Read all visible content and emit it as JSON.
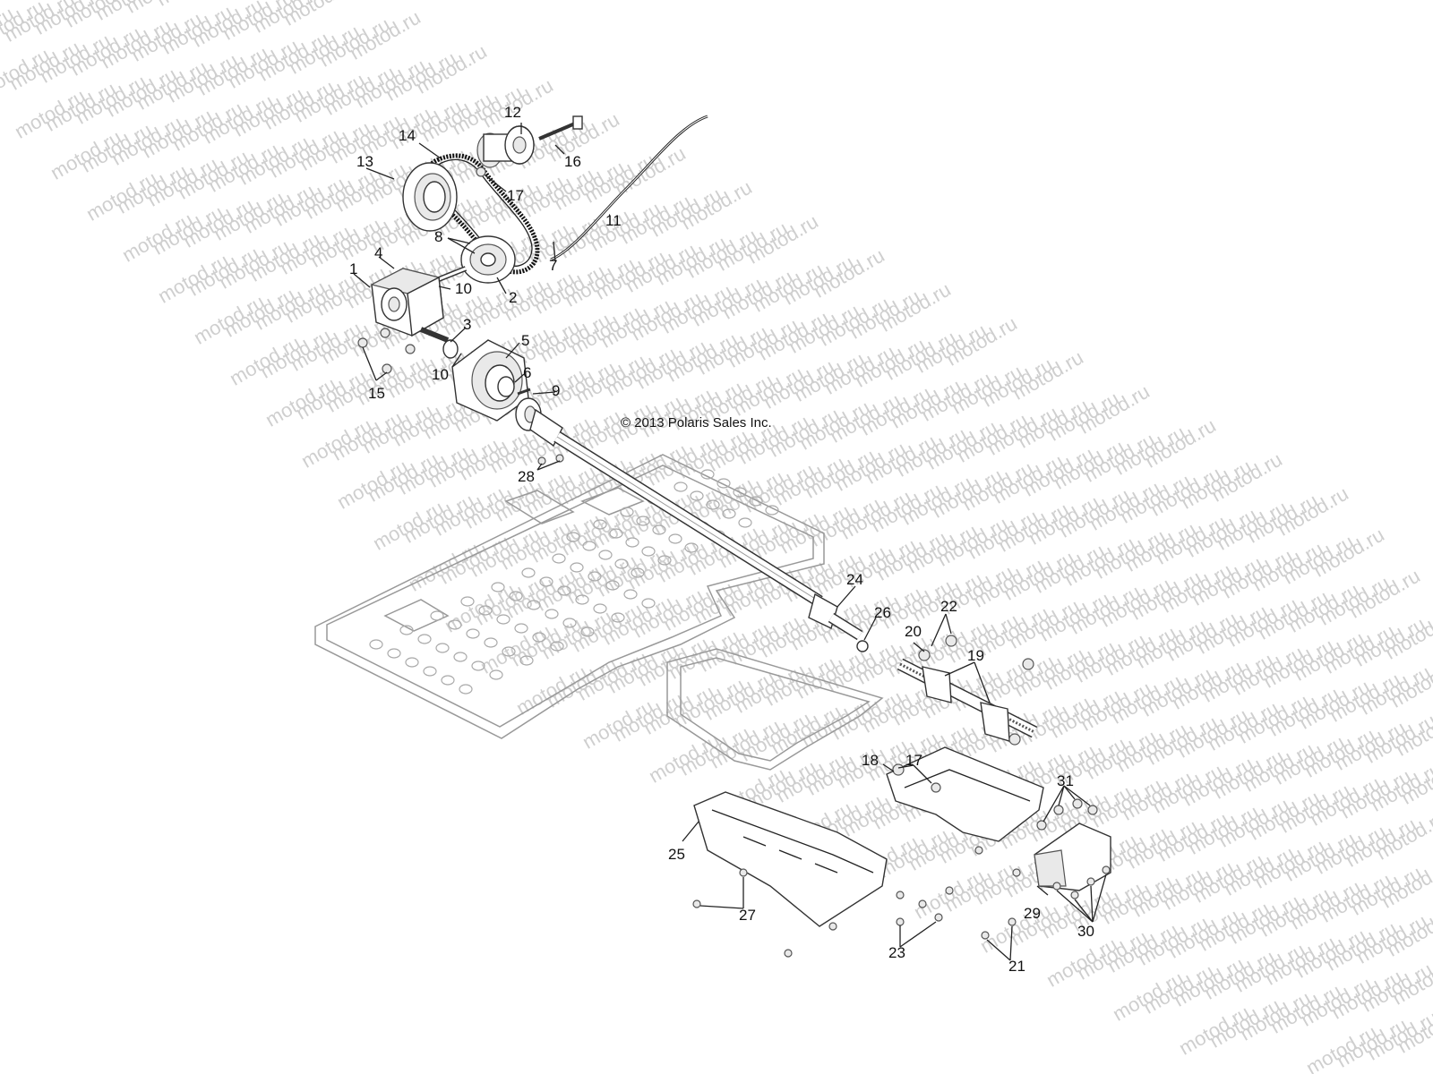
{
  "watermark": {
    "text": "motod.ru"
  },
  "copyright": "© 2013 Polaris Sales Inc.",
  "callouts": [
    {
      "id": "1",
      "label": "1"
    },
    {
      "id": "2",
      "label": "2"
    },
    {
      "id": "3",
      "label": "3"
    },
    {
      "id": "4",
      "label": "4"
    },
    {
      "id": "5",
      "label": "5"
    },
    {
      "id": "6",
      "label": "6"
    },
    {
      "id": "7",
      "label": "7"
    },
    {
      "id": "8",
      "label": "8"
    },
    {
      "id": "9",
      "label": "9"
    },
    {
      "id": "10a",
      "label": "10"
    },
    {
      "id": "10b",
      "label": "10"
    },
    {
      "id": "11",
      "label": "11"
    },
    {
      "id": "12",
      "label": "12"
    },
    {
      "id": "13",
      "label": "13"
    },
    {
      "id": "14",
      "label": "14"
    },
    {
      "id": "15",
      "label": "15"
    },
    {
      "id": "16",
      "label": "16"
    },
    {
      "id": "17a",
      "label": "17"
    },
    {
      "id": "17b",
      "label": "17"
    },
    {
      "id": "18",
      "label": "18"
    },
    {
      "id": "19",
      "label": "19"
    },
    {
      "id": "20",
      "label": "20"
    },
    {
      "id": "21",
      "label": "21"
    },
    {
      "id": "22",
      "label": "22"
    },
    {
      "id": "23",
      "label": "23"
    },
    {
      "id": "24",
      "label": "24"
    },
    {
      "id": "25",
      "label": "25"
    },
    {
      "id": "26",
      "label": "26"
    },
    {
      "id": "27",
      "label": "27"
    },
    {
      "id": "28",
      "label": "28"
    },
    {
      "id": "29",
      "label": "29"
    },
    {
      "id": "30",
      "label": "30"
    },
    {
      "id": "31",
      "label": "31"
    }
  ]
}
